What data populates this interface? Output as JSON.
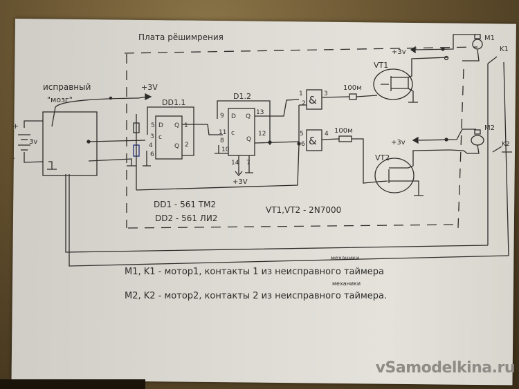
{
  "diagram": {
    "title": "Плата рёшимрения",
    "brain_block": {
      "label_line1": "исправный",
      "label_line2": "\"мозг\""
    },
    "battery": {
      "label": "3v",
      "plus": "+",
      "minus": "-"
    },
    "supply_labels": {
      "top": "+3V",
      "dd_power": "+3V",
      "motor1": "+3v",
      "motor2": "+3v"
    },
    "chips": {
      "dd1_1": {
        "name": "DD1.1",
        "pins": {
          "d": "5",
          "c": "3",
          "q": "1",
          "nq": "2",
          "s": "4",
          "r": "6"
        },
        "ports": {
          "d": "D",
          "c": "c",
          "q": "Q",
          "nq": "Q"
        }
      },
      "dd1_2": {
        "name": "D1.2",
        "pins": {
          "d": "9",
          "c": "11",
          "q": "13",
          "nq": "12",
          "s": "8",
          "r": "10",
          "vcc": "14",
          "gnd": "7"
        },
        "ports": {
          "d": "D",
          "c": "c",
          "q": "Q",
          "nq": "Q"
        }
      },
      "gate1": {
        "symbol": "&",
        "pins": {
          "in1": "1",
          "in2": "2",
          "out": "3"
        }
      },
      "gate2": {
        "symbol": "&",
        "pins": {
          "in1": "5",
          "in2": "6",
          "out": "4"
        }
      }
    },
    "resistors": [
      {
        "label": "100м"
      },
      {
        "label": "100м"
      }
    ],
    "transistors": [
      {
        "label": "VT1"
      },
      {
        "label": "VT2"
      }
    ],
    "motors": [
      {
        "label": "M1"
      },
      {
        "label": "M2"
      }
    ],
    "contacts": [
      {
        "label": "K1"
      },
      {
        "label": "K2"
      }
    ],
    "components_note": {
      "line1": "DD1 - 561 TM2",
      "line2": "DD2 - 561 ЛИ2",
      "line3": "VT1,VT2 - 2N7000"
    },
    "legend": [
      {
        "text": "M1, K1 - мотор1, контакты 1 из неисправного таймера",
        "superscript": "механики"
      },
      {
        "text": "M2, K2 - мотор2, контакты 2 из неисправного таймера.",
        "superscript": "механики"
      }
    ],
    "watermark": "vSamodelkina.ru"
  }
}
